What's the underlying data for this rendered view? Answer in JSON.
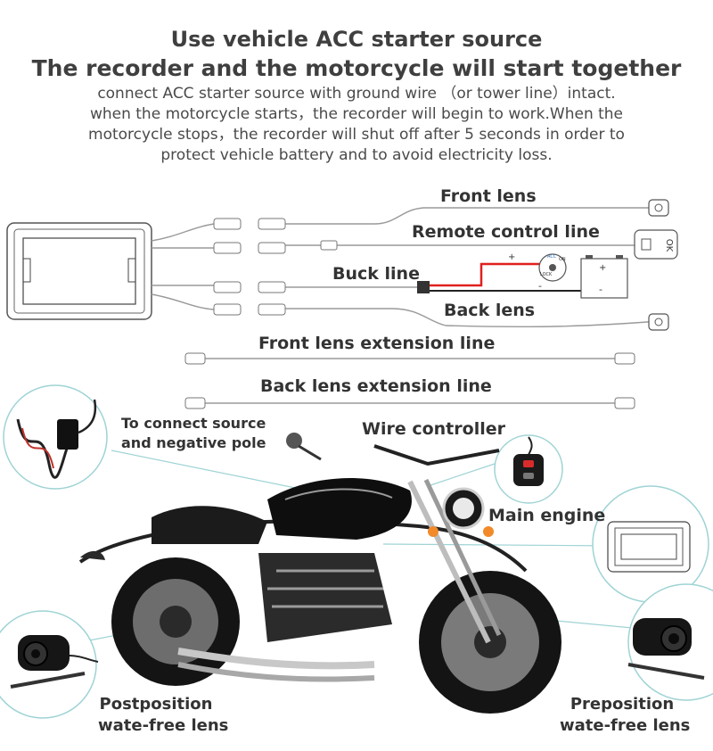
{
  "header": {
    "title_line1": "Use vehicle ACC starter source",
    "title_line2": "The recorder and the motorcycle will start together",
    "description": [
      "connect ACC starter source with ground wire （or tower line）intact.",
      "when the motorcycle starts，the recorder will begin to work.When the",
      "motorcycle stops，the recorder will shut off after 5 seconds in order to",
      "protect vehicle battery and to avoid electricity loss."
    ]
  },
  "wiring": {
    "front_lens": "Front lens",
    "remote_control_line": "Remote control line",
    "buck_line": "Buck line",
    "back_lens": "Back lens",
    "front_lens_extension": "Front lens extension line",
    "back_lens_extension": "Back lens extension line",
    "plus_sign": "+",
    "minus_sign": "-",
    "ok_label": "OK",
    "key_labels": [
      "ACC",
      "ON",
      "LOCK"
    ],
    "battery_plus": "+",
    "battery_minus": "-"
  },
  "callouts": {
    "source": [
      "To connect source",
      "and negative pole"
    ],
    "wire_controller": "Wire controller",
    "main_engine": "Main engine",
    "postposition": [
      "Postposition",
      "wate-free lens"
    ],
    "preposition": [
      "Preposition",
      "wate-free lens"
    ]
  },
  "colors": {
    "title": "#3f3f3f",
    "wire": "#9a9a9a",
    "red_wire": "#e0201e",
    "callout_circle": "#9fd3d5",
    "callout_line": "#9fd3d5"
  }
}
